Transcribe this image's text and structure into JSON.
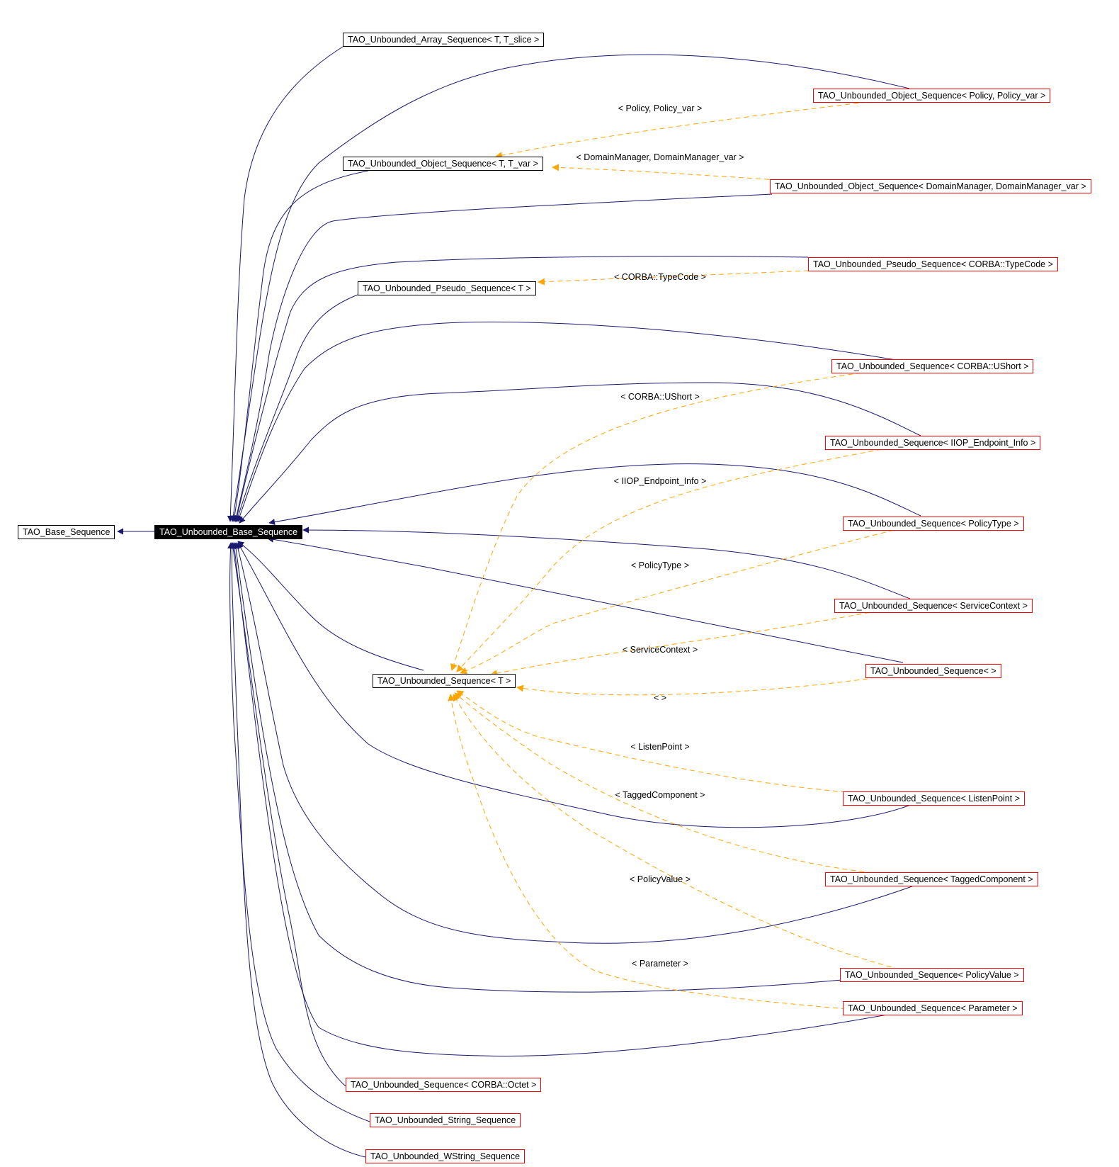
{
  "nodes": {
    "base_sequence": "TAO_Base_Sequence",
    "unbounded_base_sequence": "TAO_Unbounded_Base_Sequence",
    "array_sequence": "TAO_Unbounded_Array_Sequence< T, T_slice >",
    "object_sequence": "TAO_Unbounded_Object_Sequence< T, T_var >",
    "pseudo_sequence": "TAO_Unbounded_Pseudo_Sequence< T >",
    "sequence_t": "TAO_Unbounded_Sequence< T >",
    "object_seq_policy": "TAO_Unbounded_Object_Sequence< Policy, Policy_var >",
    "object_seq_domain": "TAO_Unbounded_Object_Sequence< DomainManager, DomainManager_var >",
    "pseudo_seq_typecode": "TAO_Unbounded_Pseudo_Sequence< CORBA::TypeCode >",
    "seq_ushort": "TAO_Unbounded_Sequence< CORBA::UShort >",
    "seq_iiop": "TAO_Unbounded_Sequence< IIOP_Endpoint_Info >",
    "seq_policytype": "TAO_Unbounded_Sequence< PolicyType >",
    "seq_servicecontext": "TAO_Unbounded_Sequence< ServiceContext >",
    "seq_empty": "TAO_Unbounded_Sequence<  >",
    "seq_listenpoint": "TAO_Unbounded_Sequence< ListenPoint >",
    "seq_taggedcomponent": "TAO_Unbounded_Sequence< TaggedComponent >",
    "seq_policyvalue": "TAO_Unbounded_Sequence< PolicyValue >",
    "seq_parameter": "TAO_Unbounded_Sequence< Parameter >",
    "seq_octet": "TAO_Unbounded_Sequence< CORBA::Octet >",
    "string_sequence": "TAO_Unbounded_String_Sequence",
    "wstring_sequence": "TAO_Unbounded_WString_Sequence"
  },
  "edge_labels": {
    "policy": "< Policy, Policy_var >",
    "domain": "< DomainManager, DomainManager_var >",
    "typecode": "< CORBA::TypeCode >",
    "ushort": "< CORBA::UShort >",
    "iiop": "< IIOP_Endpoint_Info >",
    "policytype": "< PolicyType >",
    "servicecontext": "< ServiceContext >",
    "empty": "<  >",
    "listenpoint": "< ListenPoint >",
    "taggedcomponent": "< TaggedComponent >",
    "policyvalue": "< PolicyValue >",
    "parameter": "< Parameter >"
  },
  "colors": {
    "inheritance_edge": "#191970",
    "template_edge": "#ffa500",
    "instantiation_border": "#ff0000",
    "template_border": "#000000"
  }
}
